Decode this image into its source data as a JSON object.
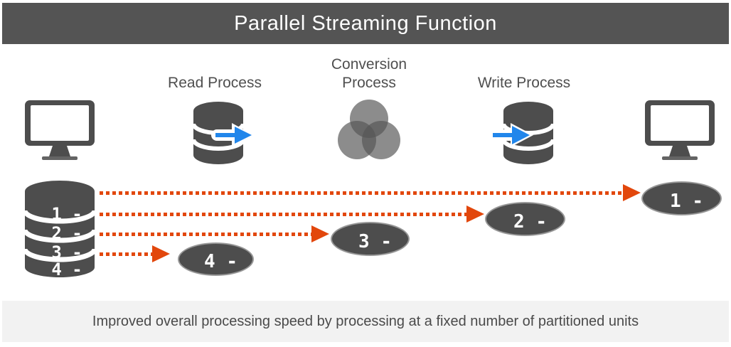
{
  "header": {
    "title": "Parallel Streaming Function"
  },
  "labels": {
    "read": "Read Process",
    "conversion_line1": "Conversion",
    "conversion_line2": "Process",
    "write": "Write Process"
  },
  "icons": {
    "left": "monitor-icon",
    "read": "database-out-arrow-icon",
    "conversion": "venn-circles-icon",
    "write": "database-in-arrow-icon",
    "right": "monitor-icon",
    "source": "stacked-disks-icon"
  },
  "source_stack": {
    "segments": [
      {
        "label": "1 -"
      },
      {
        "label": "2 -"
      },
      {
        "label": "3 -"
      },
      {
        "label": "4 -"
      }
    ]
  },
  "partitions": [
    {
      "label": "1 -"
    },
    {
      "label": "2 -"
    },
    {
      "label": "3 -"
    },
    {
      "label": "4 -"
    }
  ],
  "footer": {
    "caption": "Improved overall processing speed by processing at a fixed number of partitioned units"
  },
  "colors": {
    "header_bg": "#545454",
    "dark_gray": "#4d4d4d",
    "arrow_orange": "#e2470c",
    "arrow_blue": "#2186eb",
    "venn_gray": "#8c8c8c",
    "footer_bg": "#f2f2f2"
  }
}
